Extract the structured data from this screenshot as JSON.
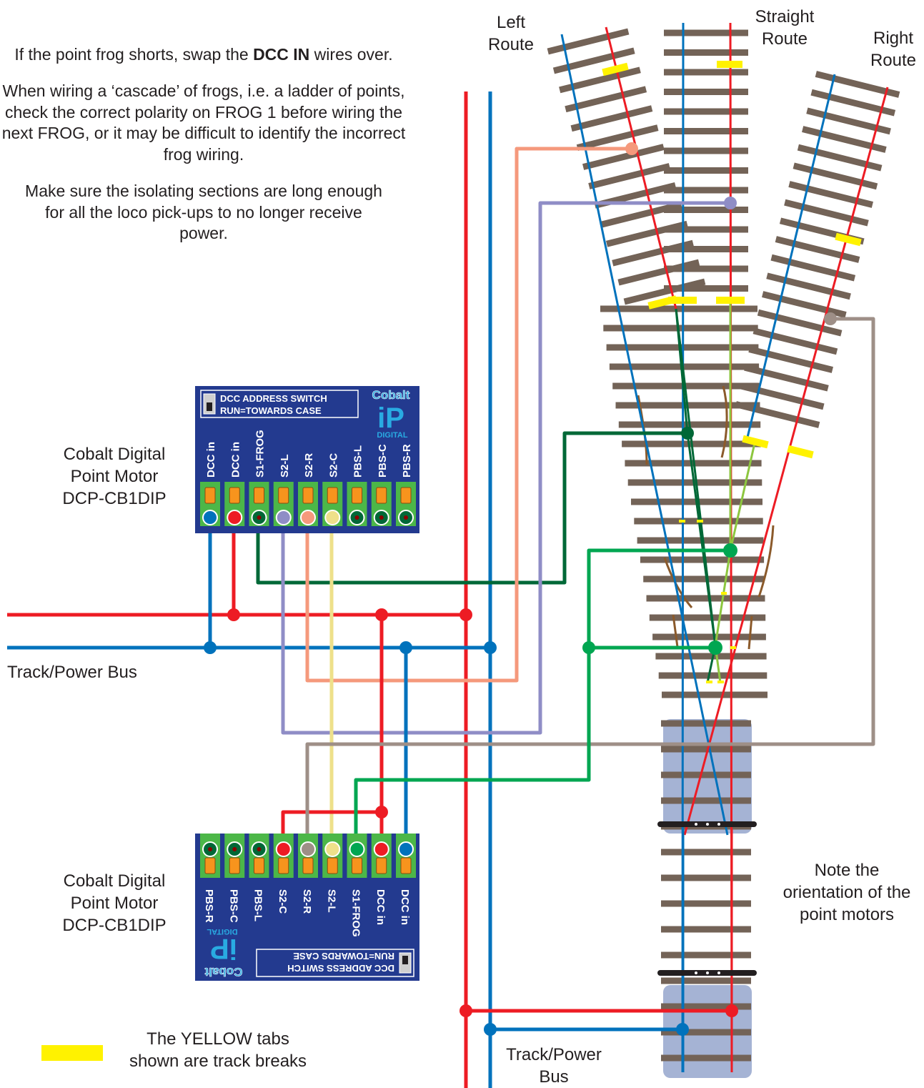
{
  "notes": {
    "frog_shorts_prefix": "If the point frog shorts, swap the ",
    "frog_shorts_bold": "DCC IN",
    "frog_shorts_suffix": " wires over.",
    "cascade": "When wiring a ‘cascade’ of frogs, i.e. a ladder of points, check the correct polarity on FROG 1 before wiring the next FROG, or it may be difficult to identify the incorrect frog wiring.",
    "isolating": "Make sure the isolating sections are long enough for all the loco pick-ups to no longer receive power."
  },
  "routes": {
    "left": [
      "Left",
      "Route"
    ],
    "straight": [
      "Straight",
      "Route"
    ],
    "right": [
      "Right",
      "Route"
    ]
  },
  "motor_top": {
    "label": [
      "Cobalt Digital",
      "Point Motor",
      "DCP-CB1DIP"
    ],
    "switch_lines": [
      "DCC ADDRESS SWITCH",
      "RUN=TOWARDS CASE"
    ],
    "brand": "Cobalt",
    "logo": "iP",
    "digital": "DIGITAL",
    "terminals": [
      "DCC in",
      "DCC in",
      "S1-FROG",
      "S2-L",
      "S2-R",
      "S2-C",
      "PBS-L",
      "PBS-C",
      "PBS-R"
    ]
  },
  "motor_bottom": {
    "label": [
      "Cobalt Digital",
      "Point Motor",
      "DCP-CB1DIP"
    ],
    "switch_lines": [
      "DCC ADDRESS SWITCH",
      "RUN=TOWARDS CASE"
    ],
    "brand": "Cobalt",
    "logo": "iP",
    "digital": "DIGITAL",
    "terminals": [
      "PBS-R",
      "PBS-C",
      "PBS-L",
      "S2-C",
      "S2-R",
      "S2-L",
      "S1-FROG",
      "DCC in",
      "DCC in"
    ]
  },
  "bus_left_label": "Track/Power Bus",
  "bus_bottom_label": [
    "Track/Power",
    "Bus"
  ],
  "orientation_note": [
    "Note the",
    "orientation of the",
    "point motors"
  ],
  "legend": {
    "text": [
      "The YELLOW tabs",
      "shown are track breaks"
    ],
    "swatch_color": "#fff200"
  },
  "colors": {
    "red": "#ed1c24",
    "blue": "#0072bc",
    "dark_green": "#006837",
    "lavender": "#8f8dc6",
    "salmon": "#f5997c",
    "pale_yellow": "#eee08a",
    "green": "#00a651",
    "light_green": "#8dc63f",
    "taupe": "#9e8f87",
    "sleeper": "#736357",
    "board_blue": "#233a8f",
    "terminal_green": "#4cb748",
    "tab_orange": "#f7941d"
  }
}
